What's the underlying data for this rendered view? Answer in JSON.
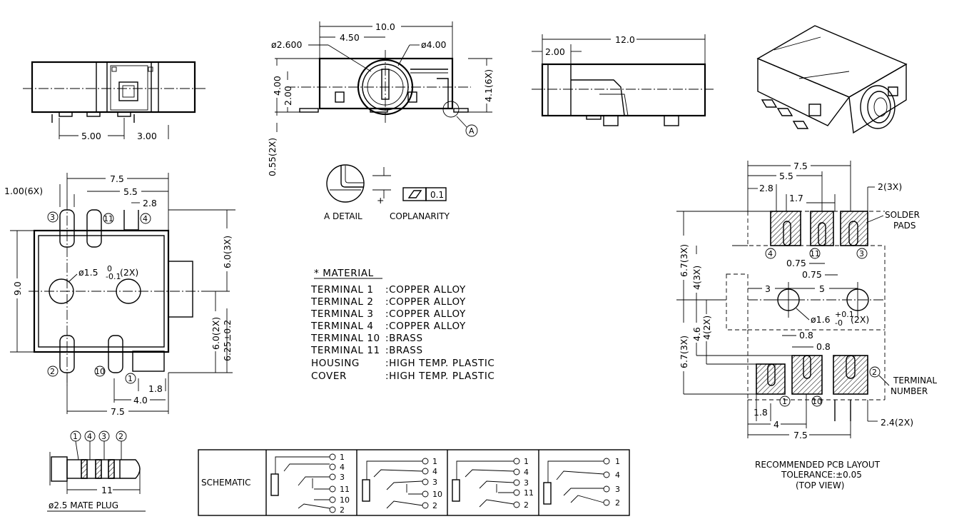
{
  "top_view": {
    "dims": {
      "width": "10.0",
      "offset": "4.50",
      "bore": "ø2.600",
      "dia": "ø4.00",
      "height": "4.00",
      "axis": "2.00",
      "pins": "4.1(6X)",
      "pad_thk": "0.55(2X)",
      "detail_ref": "A"
    }
  },
  "front_view": {
    "dims": {
      "left": "5.00",
      "right": "3.00"
    }
  },
  "side_view": {
    "dims": {
      "length": "12.0",
      "offset": "2.00"
    }
  },
  "detail": {
    "title": "A DETAIL",
    "coplanarity_label": "COPLANARITY",
    "tolerance": "0.1"
  },
  "bottom_view": {
    "dims": {
      "pin_width": "1.00(6X)",
      "w75_top": "7.5",
      "w55": "5.5",
      "w28": "2.8",
      "hole": "ø1.5",
      "hole_tol_up": "0",
      "hole_tol_dn": "-0.1",
      "hole_qty": "(2X)",
      "h6_3x": "6.0(3X)",
      "h9": "9.0",
      "h6_2x": "6.0(2X)",
      "h625": "6.25±0.2",
      "w18": "1.8",
      "w40": "4.0",
      "w75_bot": "7.5"
    },
    "pins": [
      "3",
      "11",
      "4",
      "2",
      "10",
      "1"
    ]
  },
  "material": {
    "heading": "* MATERIAL",
    "rows": [
      {
        "part": "TERMINAL 1",
        "material": ":COPPER ALLOY"
      },
      {
        "part": "TERMINAL 2",
        "material": ":COPPER ALLOY"
      },
      {
        "part": "TERMINAL 3",
        "material": ":COPPER ALLOY"
      },
      {
        "part": "TERMINAL 4",
        "material": ":COPPER ALLOY"
      },
      {
        "part": "TERMINAL 10",
        "material": ":BRASS"
      },
      {
        "part": "TERMINAL 11",
        "material": ":BRASS"
      },
      {
        "part": "HOUSING",
        "material": ":HIGH TEMP. PLASTIC"
      },
      {
        "part": "COVER",
        "material": ":HIGH TEMP. PLASTIC"
      }
    ]
  },
  "plug": {
    "caption": "ø2.5 MATE PLUG",
    "length": "11",
    "pins": [
      "1",
      "4",
      "3",
      "2"
    ]
  },
  "schematic": {
    "label": "SCHEMATIC",
    "panels": [
      [
        "1",
        "4",
        "3",
        "11",
        "10",
        "2"
      ],
      [
        "1",
        "4",
        "3",
        "10",
        "2"
      ],
      [
        "1",
        "4",
        "3",
        "11",
        "2"
      ],
      [
        "1",
        "4",
        "3",
        "2"
      ]
    ]
  },
  "pcb": {
    "dims": {
      "w75_top": "7.5",
      "w55": "5.5",
      "w28": "2.8",
      "w17": "1.7",
      "w2_3x": "2(3X)",
      "h67_top": "6.7(3X)",
      "h4_3x": "4(3X)",
      "w075a": "0.75",
      "w075b": "0.75",
      "w3": "3",
      "w5": "5",
      "hole": "ø1.6",
      "hole_tol_up": "+0.1",
      "hole_tol_dn": "-0",
      "hole_qty": "(2X)",
      "h46": "4.6",
      "h4_2x": "4(2X)",
      "h67_bot": "6.7(3X)",
      "w08a": "0.8",
      "w08b": "0.8",
      "w18": "1.8",
      "w4": "4",
      "w24": "2.4(2X)",
      "w75_bot": "7.5"
    },
    "labels": {
      "solder_line1": "SOLDER",
      "solder_line2": "PADS",
      "terminal_line1": "TERMINAL",
      "terminal_line2": "NUMBER"
    },
    "pad_numbers": [
      "4",
      "11",
      "3",
      "1",
      "10",
      "2"
    ],
    "caption": {
      "line1": "RECOMMENDED PCB LAYOUT",
      "line2": "TOLERANCE:±0.05",
      "line3": "(TOP VIEW)"
    }
  }
}
